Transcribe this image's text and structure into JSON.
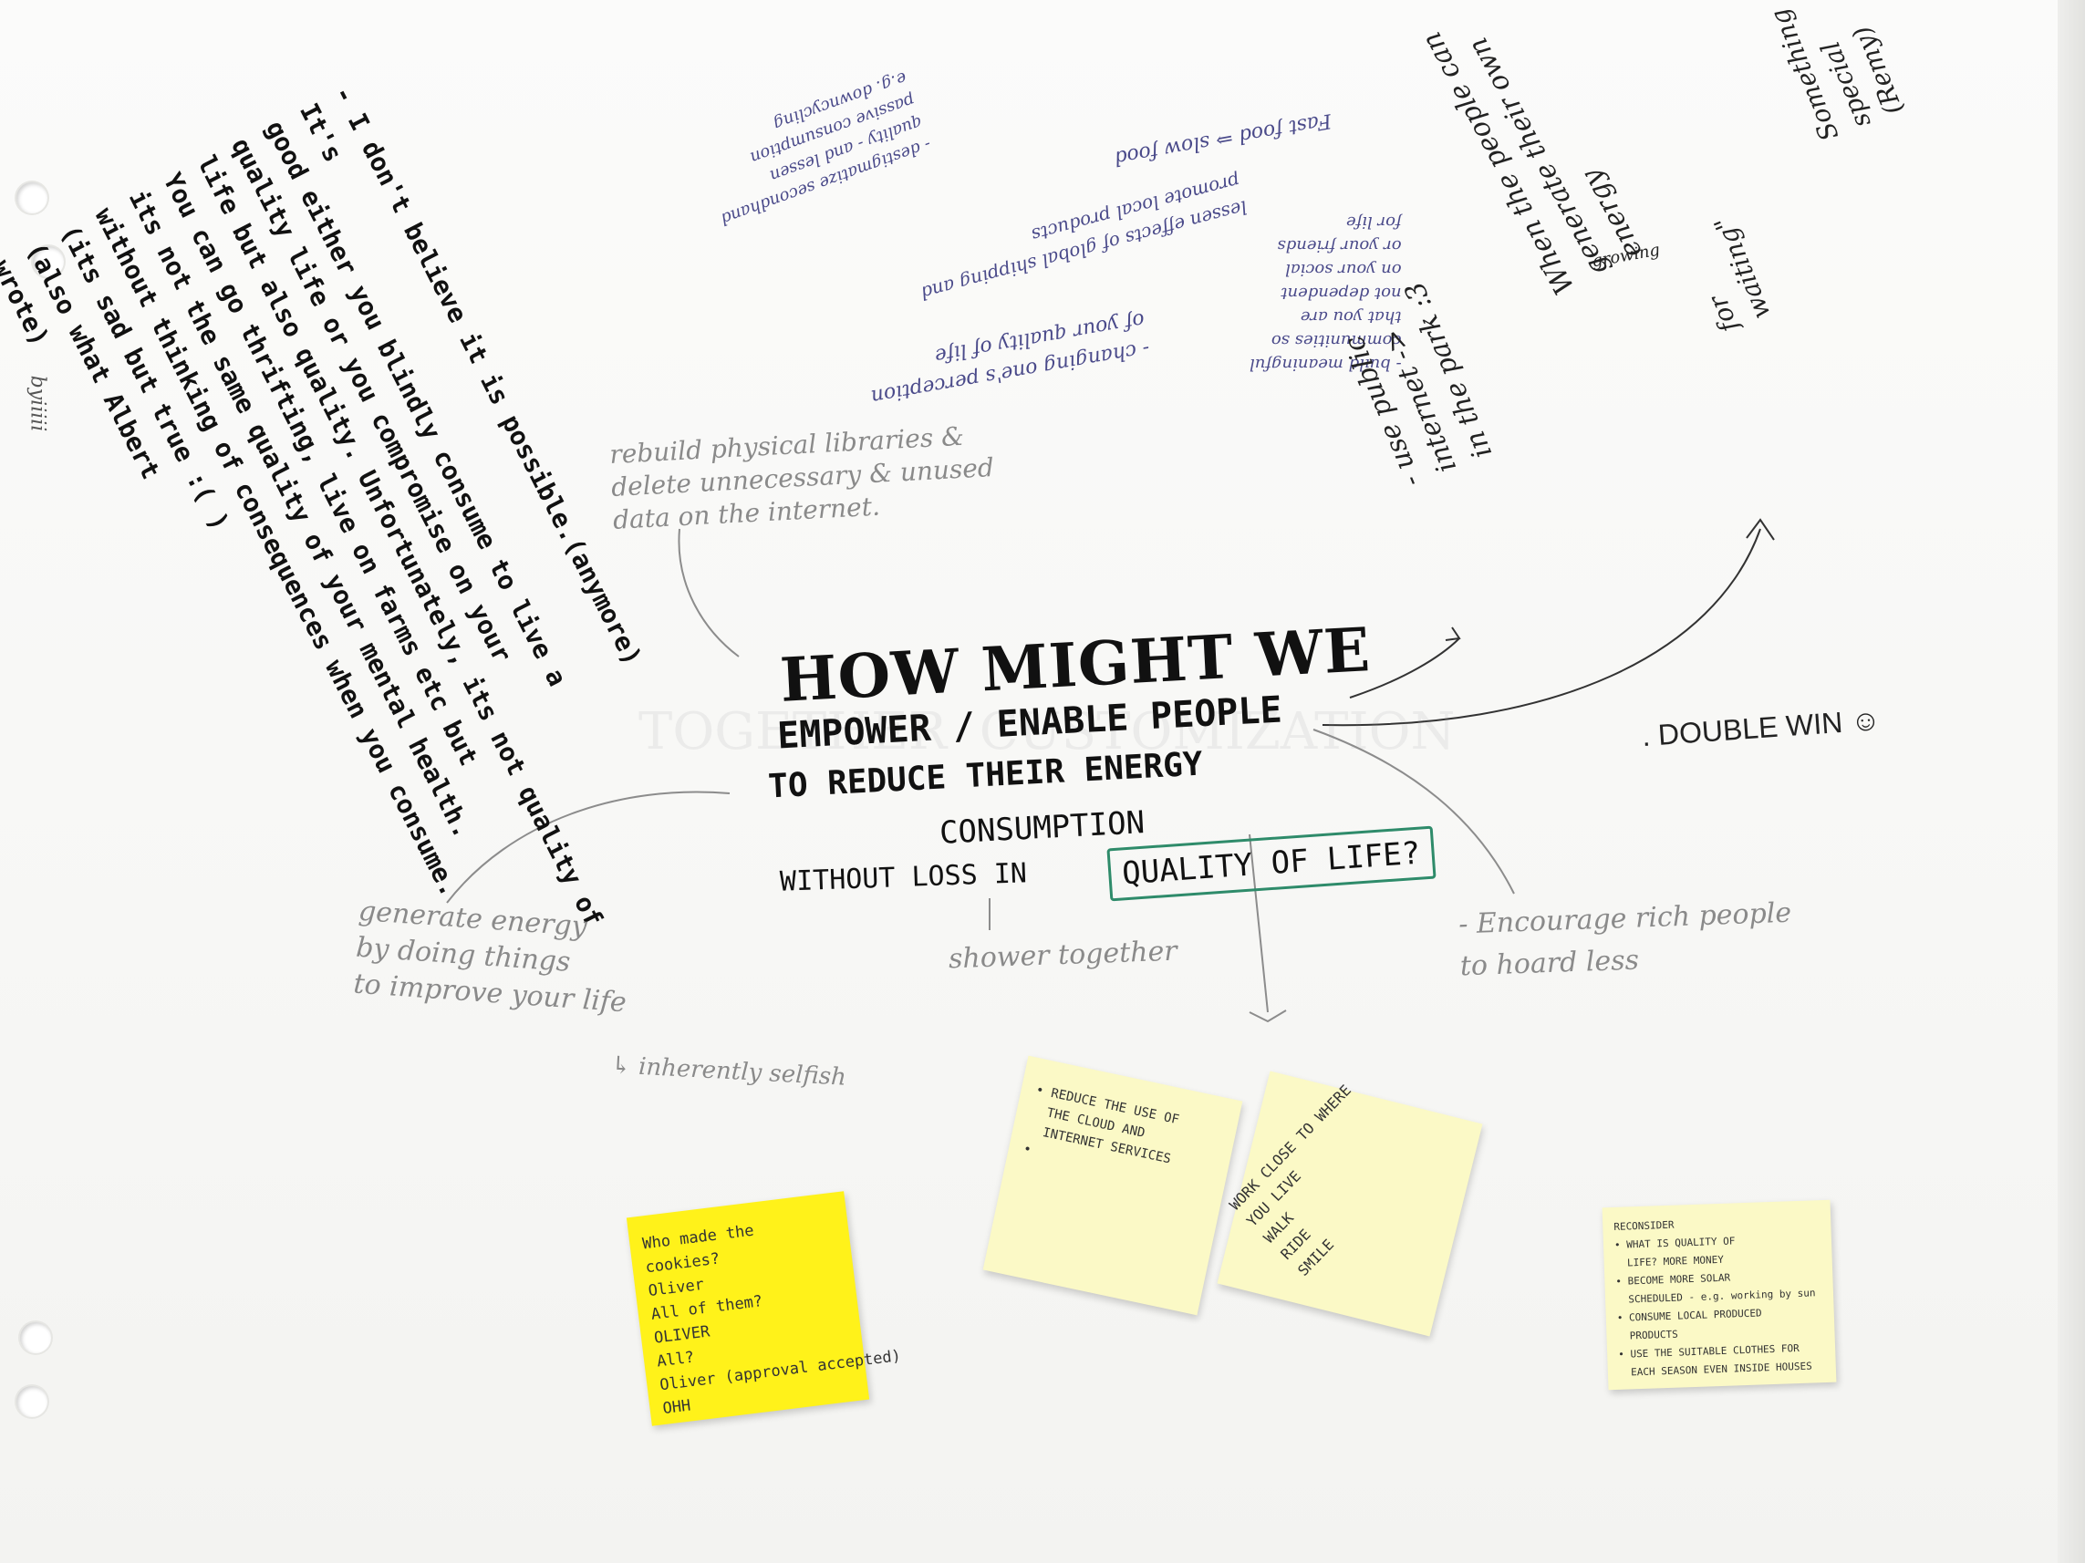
{
  "board": {
    "hmw": {
      "line1": "HOW MIGHT WE",
      "line2": "EMPOWER / ENABLE PEOPLE",
      "line3": "TO REDUCE THEIR ENERGY",
      "line4": "CONSUMPTION",
      "line5a": "WITHOUT LOSS IN",
      "line5b": "QUALITY OF LIFE?"
    },
    "left_statement": {
      "lines": [
        "- I don't believe it is possible.(anymore)",
        "It's",
        "good either you blindly consume to live a",
        "quality life or you compromise on your",
        "life but also quality. Unfortunately, its not quality of",
        "You can go thrifting, live on farms etc but",
        "its not the same quality of your mental health.",
        "without thinking of consequences when you consume.",
        "(its sad but true :( )",
        "(also what Albert",
        "wrote)"
      ],
      "sig": "byiiiii"
    },
    "top_center_notes": {
      "a": "- build meaningful\ncommunities so\nthat you are\nnot dependent\non your social\nor your friends\nfor life",
      "b": "Fast food ⇒ slow food",
      "c": "lessen effects of global shipping and\npromote local products",
      "d": "- changing one's perception\nof your quality of life",
      "e": "- destigmatize secondhand\nquality - and lessen\npassive consumption\ne.g. downcycling"
    },
    "top_right_notes": {
      "a": "When the people can\ngenerate their own\nenergy",
      "b": "Something\nspecial\n(Remy)",
      "c": "for\nwaiting\"",
      "d": "growing"
    },
    "public_internet": "- use public\ninternet ->\nin the park :3",
    "double_win": ". DOUBLE WIN ☺",
    "physical_note": "rebuild physical libraries &\ndelete unnecessary & unused\ndata on the internet.",
    "generate": "generate energy\nby doing things\nto improve your life",
    "inherently": "↳ inherently selfish",
    "shower": "shower together",
    "encourage": "- Encourage rich people\nto hoard less",
    "stickies": [
      {
        "text": "Who made the\ncookies?\nOliver\nAll of them?\nOLIVER\nAll?\nOliver (approval accepted)\nOHH"
      },
      {
        "text": "• REDUCE THE USE OF\n  THE CLOUD AND\n  INTERNET SERVICES\n•"
      },
      {
        "text": "WORK CLOSE TO WHERE\nYOU LIVE\nWALK\nRIDE\nSMILE"
      },
      {
        "text": "RECONSIDER\n• WHAT IS QUALITY OF\n  LIFE? MORE MONEY\n• BECOME MORE SOLAR\n  SCHEDULED - e.g. working by sun\n• CONSUME LOCAL PRODUCED\n  PRODUCTS\n• USE THE SUITABLE CLOTHES FOR\n  EACH SEASON EVEN INSIDE HOUSES"
      }
    ],
    "colors": {
      "yellow_note": "#fff21a",
      "pale_note": "#fbf9c6",
      "green_marker": "#2e8b6a"
    }
  }
}
